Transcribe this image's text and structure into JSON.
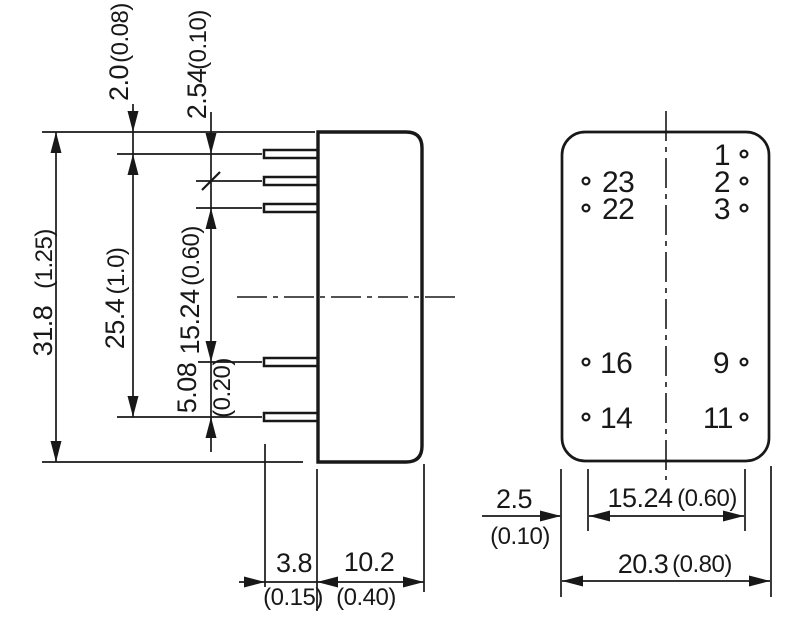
{
  "colors": {
    "ink": "#181818",
    "paper": "#ffffff"
  },
  "side_view": {
    "overall_height_mm": "31.8",
    "overall_height_inch": "(1.25)",
    "pin_span_mm": "25.4",
    "pin_span_inch": "(1.0)",
    "top_offset_mm": "2.0",
    "top_offset_inch": "(0.08)",
    "pin_pitch_mm": "2.54",
    "pin_pitch_inch": "(0.10)",
    "row_gap_mm": "15.24",
    "row_gap_inch": "(0.60)",
    "lower_pitch_mm": "5.08",
    "lower_pitch_inch": "(0.20)",
    "pin_length_mm": "3.8",
    "pin_length_inch": "(0.15)",
    "body_depth_mm": "10.2",
    "body_depth_inch": "(0.40)"
  },
  "bottom_view": {
    "pins": {
      "p1": "1",
      "p2": "2",
      "p3": "3",
      "p23": "23",
      "p22": "22",
      "p16": "16",
      "p14": "14",
      "p9": "9",
      "p11": "11"
    },
    "edge_offset_mm": "2.5",
    "edge_offset_inch": "(0.10)",
    "row_span_mm": "15.24",
    "row_span_inch": "(0.60)",
    "body_width_mm": "20.3",
    "body_width_inch": "(0.80)"
  }
}
